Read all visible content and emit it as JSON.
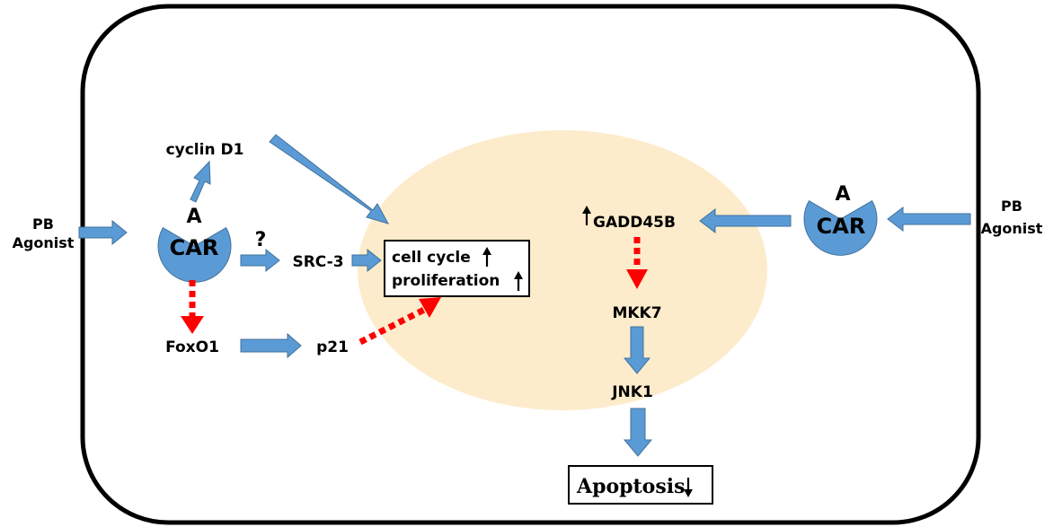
{
  "left": {
    "pb_line1": "PB",
    "pb_line2": "Agonist",
    "receptor_letter": "A",
    "receptor_label": "CAR",
    "cyclin": "cyclin D1",
    "question": "?",
    "src": "SRC-3",
    "foxo": "FoxO1",
    "p21": "p21"
  },
  "nucleus": {
    "cellcycle": "cell cycle",
    "proliferation": "proliferation"
  },
  "right": {
    "pb_line1": "PB",
    "pb_line2": "Agonist",
    "receptor_letter": "A",
    "receptor_label": "CAR",
    "gadd": "GADD45B",
    "mkk7": "MKK7",
    "jnk1": "JNK1",
    "apoptosis": "Apoptosis"
  },
  "colors": {
    "arrow_blue": "#5b9bd5",
    "arrow_stroke": "#41719c",
    "inhibit_red": "#ff0000",
    "nucleus_fill": "#fdeccb",
    "receptor_fill": "#5b9bd5"
  },
  "icons": [
    "up-arrow-icon",
    "down-arrow-icon"
  ]
}
